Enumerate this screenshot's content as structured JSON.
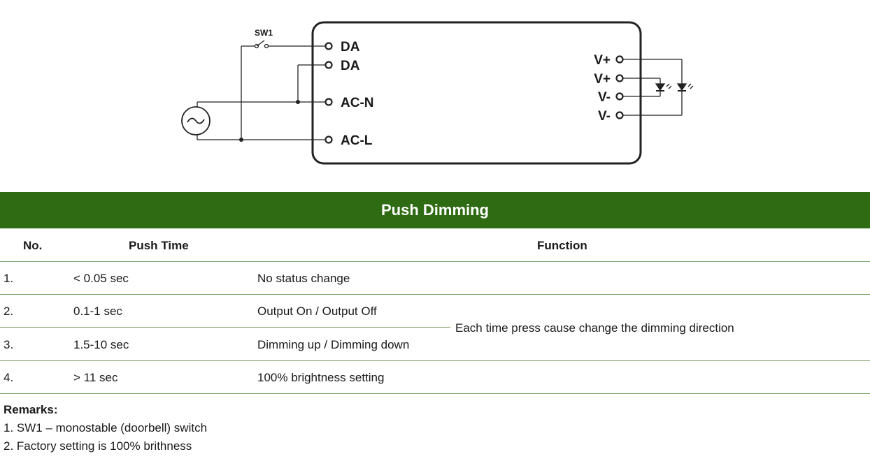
{
  "diagram": {
    "switch_label": "SW1",
    "input_terminals": [
      "DA",
      "DA",
      "AC-N",
      "AC-L"
    ],
    "output_terminals": [
      "V+",
      "V+",
      "V-",
      "V-"
    ]
  },
  "table": {
    "title": "Push Dimming",
    "headers": {
      "no": "No.",
      "push_time": "Push Time",
      "function": "Function"
    },
    "rows": [
      {
        "no": "1.",
        "push_time": "< 0.05 sec",
        "function": "No status change"
      },
      {
        "no": "2.",
        "push_time": "0.1-1 sec",
        "function": "Output On / Output Off"
      },
      {
        "no": "3.",
        "push_time": "1.5-10 sec",
        "function": "Dimming up / Dimming down"
      },
      {
        "no": "4.",
        "push_time": "> 11 sec",
        "function": "100% brightness setting"
      }
    ],
    "merged_note": "Each time press cause change the dimming direction"
  },
  "remarks": {
    "title": "Remarks:",
    "items": [
      "1. SW1 – monostable (doorbell) switch",
      "2. Factory setting is 100% brithness"
    ]
  }
}
